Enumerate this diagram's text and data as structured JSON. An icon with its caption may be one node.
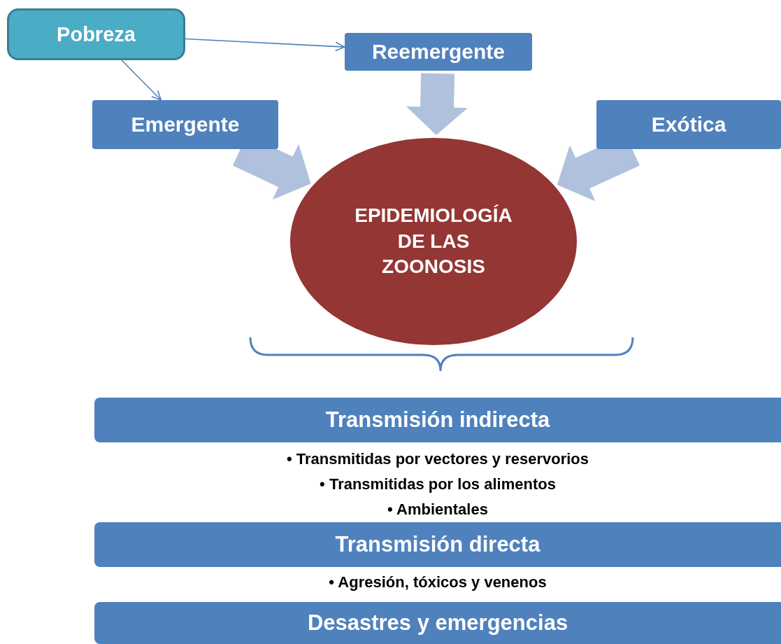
{
  "diagram": {
    "nodes": [
      {
        "text": [
          "Pobreza"
        ]
      },
      {
        "text": [
          "Reemergente"
        ]
      },
      {
        "text": [
          "Emergente"
        ]
      },
      {
        "text": [
          "Exótica"
        ]
      },
      {
        "text": [
          "EPIDEMIOLOGÍA DE LAS ZOONOSIS"
        ]
      },
      {
        "text": [
          "Transmisión indirecta"
        ],
        "beside": [
          "• Transmitidas por vectores y reservorios",
          "• Transmitidas por los alimentos",
          "• Ambientales"
        ]
      },
      {
        "text": [
          "Transmisión directa"
        ],
        "beside": [
          "• Agresión, tóxicos y venenos"
        ]
      },
      {
        "text": [
          "Desastres y emergencias"
        ]
      }
    ],
    "edges": [
      {
        "from": 0,
        "to": 1,
        "arrow": "to",
        "color": "#4f81bd"
      },
      {
        "from": 0,
        "to": 2,
        "arrow": "to",
        "color": "#4f81bd"
      },
      {
        "from": 1,
        "to": 4,
        "arrow": "to",
        "style": "thick"
      },
      {
        "from": 2,
        "to": 4,
        "arrow": "to",
        "style": "thick"
      },
      {
        "from": 3,
        "to": 4,
        "arrow": "to",
        "style": "thick"
      }
    ]
  }
}
